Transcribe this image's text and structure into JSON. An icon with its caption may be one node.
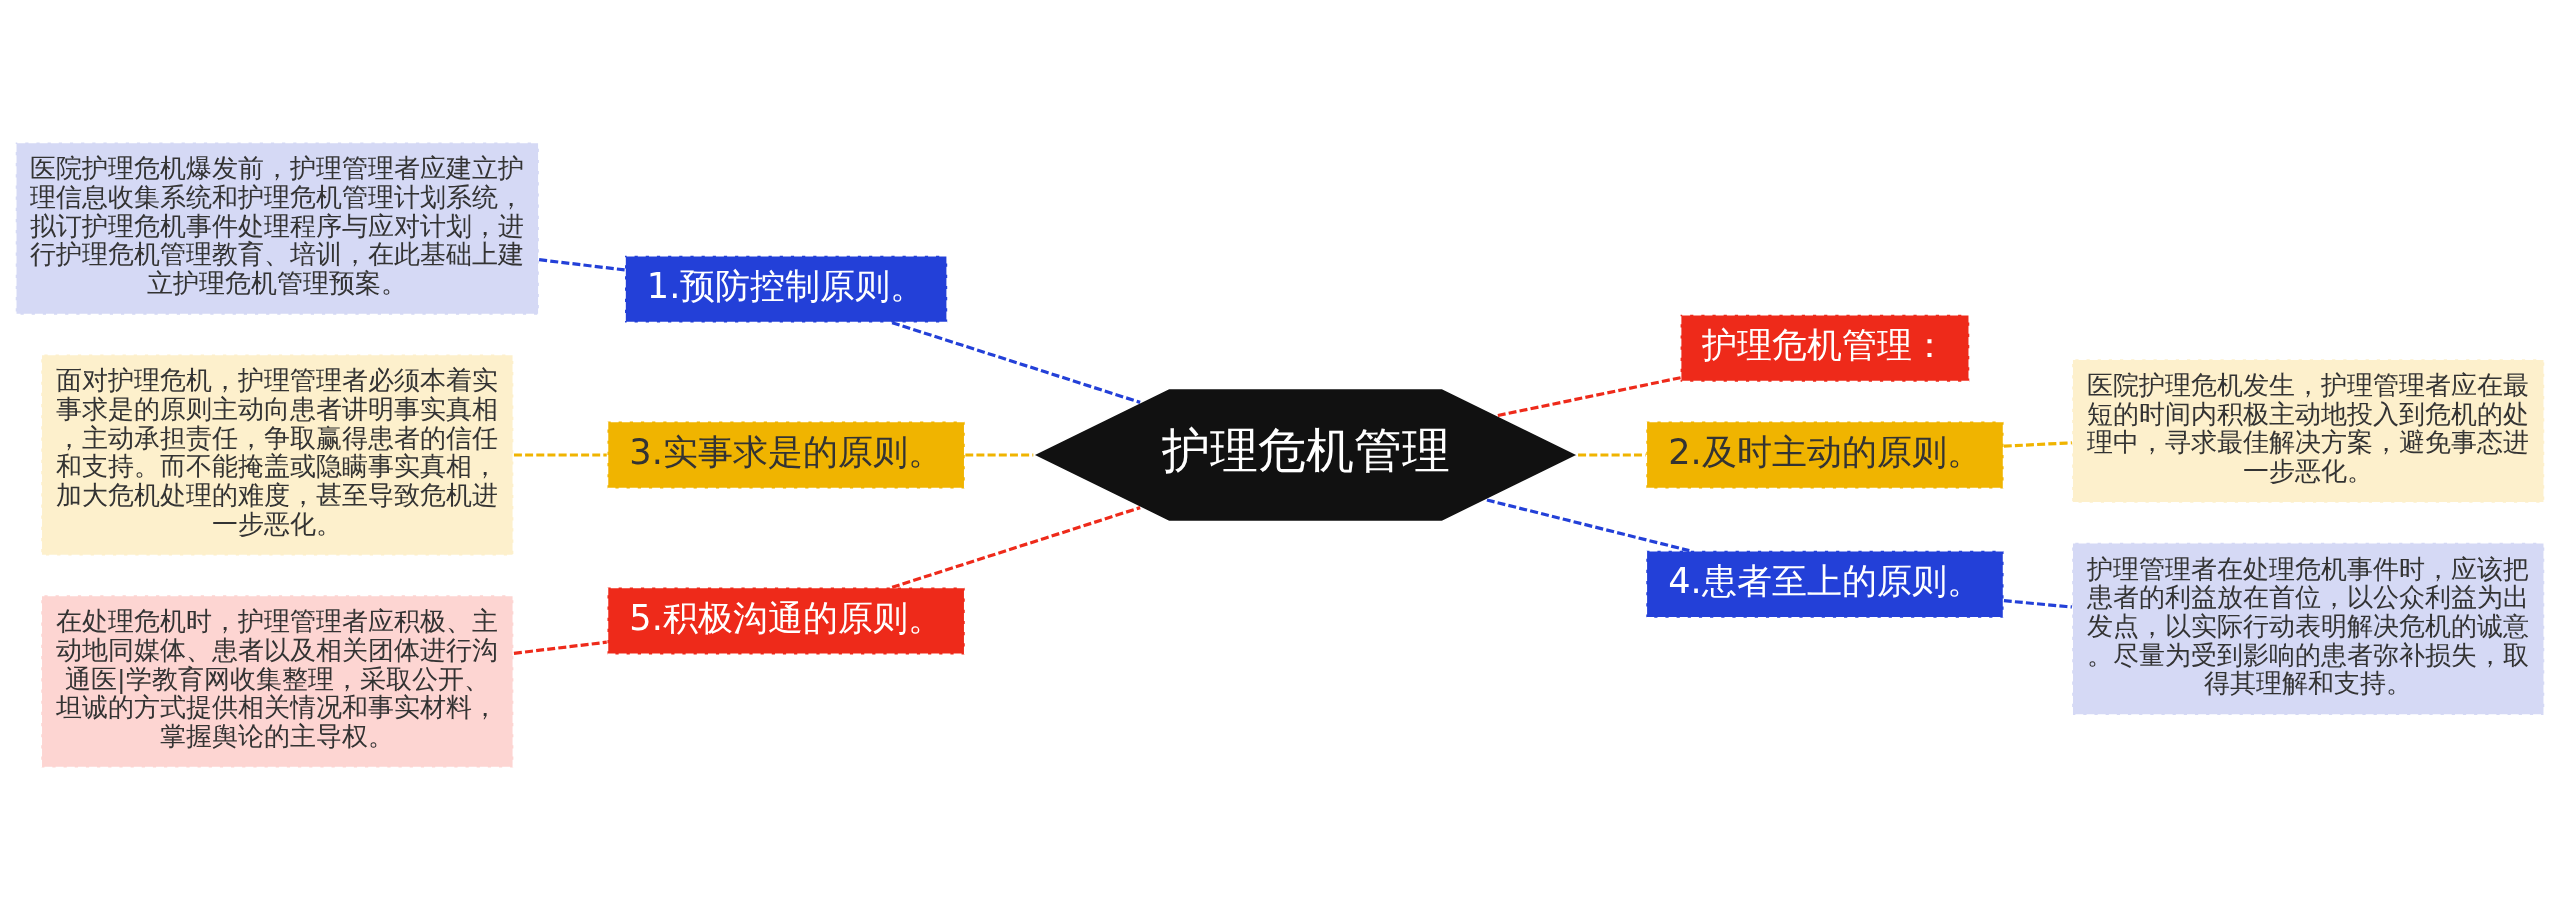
{
  "diagram": {
    "nodes": [
      {
        "text": [
          "护理危机管理"
        ]
      },
      {
        "text": [
          "1.预防控制原则。"
        ]
      },
      {
        "text": [
          "医院护理危机爆发前，护理管理者应建立护理信息收集系统和护理危机管理计划系统，拟订护理危机事件处理程序与应对计划，进行护理危机管理教育、培训，在此基础上建立护理危机管理预案。"
        ]
      },
      {
        "text": [
          "3.实事求是的原则。"
        ]
      },
      {
        "text": [
          "面对护理危机，护理管理者必须本着实事求是的原则主动向患者讲明事实真相，主动承担责任，争取赢得患者的信任和支持。而不能掩盖或隐瞒事实真相，加大危机处理的难度，甚至导致危机进一步恶化。"
        ]
      },
      {
        "text": [
          "5.积极沟通的原则。"
        ]
      },
      {
        "text": [
          "在处理危机时，护理管理者应积极、主动地同媒体、患者以及相关团体进行沟通医|学教育网收集整理，采取公开、坦诚的方式提供相关情况和事实材料，掌握舆论的主导权。"
        ]
      },
      {
        "text": [
          "护理危机管理："
        ]
      },
      {
        "text": [
          "2.及时主动的原则。"
        ]
      },
      {
        "text": [
          "医院护理危机发生，护理管理者应在最短的时间内积极主动地投入到危机的处理中，寻求最佳解决方案，避免事态进一步恶化。"
        ]
      },
      {
        "text": [
          "4.患者至上的原则。"
        ]
      },
      {
        "text": [
          "护理管理者在处理危机事件时，应该把患者的利益放在首位，以公众利益为出发点，以实际行动表明解决危机的诚意。尽量为受到影响的患者弥补损失，取得其理解和支持。"
        ]
      }
    ],
    "edges": [
      {
        "from": 0,
        "to": 1,
        "arrow": "none",
        "style": "dashed",
        "color": "#2340d8"
      },
      {
        "from": 1,
        "to": 2,
        "arrow": "none",
        "style": "dashed",
        "color": "#2340d8"
      },
      {
        "from": 0,
        "to": 3,
        "arrow": "none",
        "style": "dashed",
        "color": "#f0b400"
      },
      {
        "from": 3,
        "to": 4,
        "arrow": "none",
        "style": "dashed",
        "color": "#f0b400"
      },
      {
        "from": 0,
        "to": 5,
        "arrow": "none",
        "style": "dashed",
        "color": "#ee2a1a"
      },
      {
        "from": 5,
        "to": 6,
        "arrow": "none",
        "style": "dashed",
        "color": "#ee2a1a"
      },
      {
        "from": 0,
        "to": 7,
        "arrow": "none",
        "style": "dashed",
        "color": "#ee2a1a"
      },
      {
        "from": 0,
        "to": 8,
        "arrow": "none",
        "style": "dashed",
        "color": "#f0b400"
      },
      {
        "from": 8,
        "to": 9,
        "arrow": "none",
        "style": "dashed",
        "color": "#f0b400"
      },
      {
        "from": 0,
        "to": 10,
        "arrow": "none",
        "style": "dashed",
        "color": "#2340d8"
      },
      {
        "from": 10,
        "to": 11,
        "arrow": "none",
        "style": "dashed",
        "color": "#2340d8"
      }
    ]
  }
}
